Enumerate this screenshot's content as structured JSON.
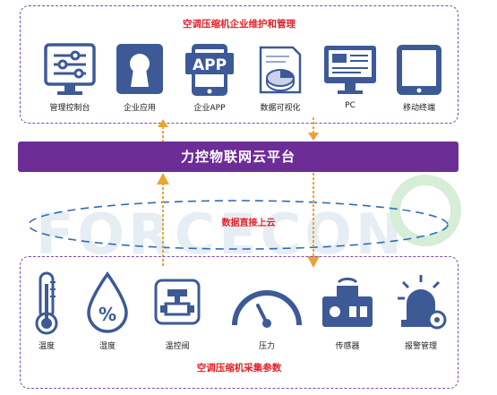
{
  "top_panel": {
    "title": "空调压缩机企业维护和管理",
    "items": [
      {
        "label": "管理控制台",
        "icon": "control-panel-icon"
      },
      {
        "label": "企业应用",
        "icon": "keyhole-lock-icon"
      },
      {
        "label": "企业APP",
        "icon": "mobile-app-icon",
        "icon_text": "APP"
      },
      {
        "label": "数据可视化",
        "icon": "data-visualization-icon"
      },
      {
        "label": "PC",
        "icon": "monitor-icon"
      },
      {
        "label": "移动终端",
        "icon": "tablet-icon"
      }
    ]
  },
  "platform": {
    "label": "力控物联网云平台"
  },
  "cloud_link": {
    "label": "数据直接上云"
  },
  "bottom_panel": {
    "title": "空调压缩机采集参数",
    "items": [
      {
        "label": "温度",
        "icon": "thermometer-icon"
      },
      {
        "label": "湿度",
        "icon": "water-drop-icon",
        "icon_text": "%"
      },
      {
        "label": "温控阀",
        "icon": "valve-icon"
      },
      {
        "label": "压力",
        "icon": "pressure-gauge-icon"
      },
      {
        "label": "传感器",
        "icon": "sensor-icon"
      },
      {
        "label": "报警管理",
        "icon": "alarm-icon"
      }
    ]
  },
  "watermark": {
    "text": "FORCECON"
  },
  "colors": {
    "accent_red": "#e0232b",
    "icon_blue": "#3d5a97",
    "platform_purple": "#6c2d96",
    "arrow_orange": "#e8a534",
    "dashed_blue": "#2f6db5",
    "watermark_green": "#d9efd9"
  }
}
